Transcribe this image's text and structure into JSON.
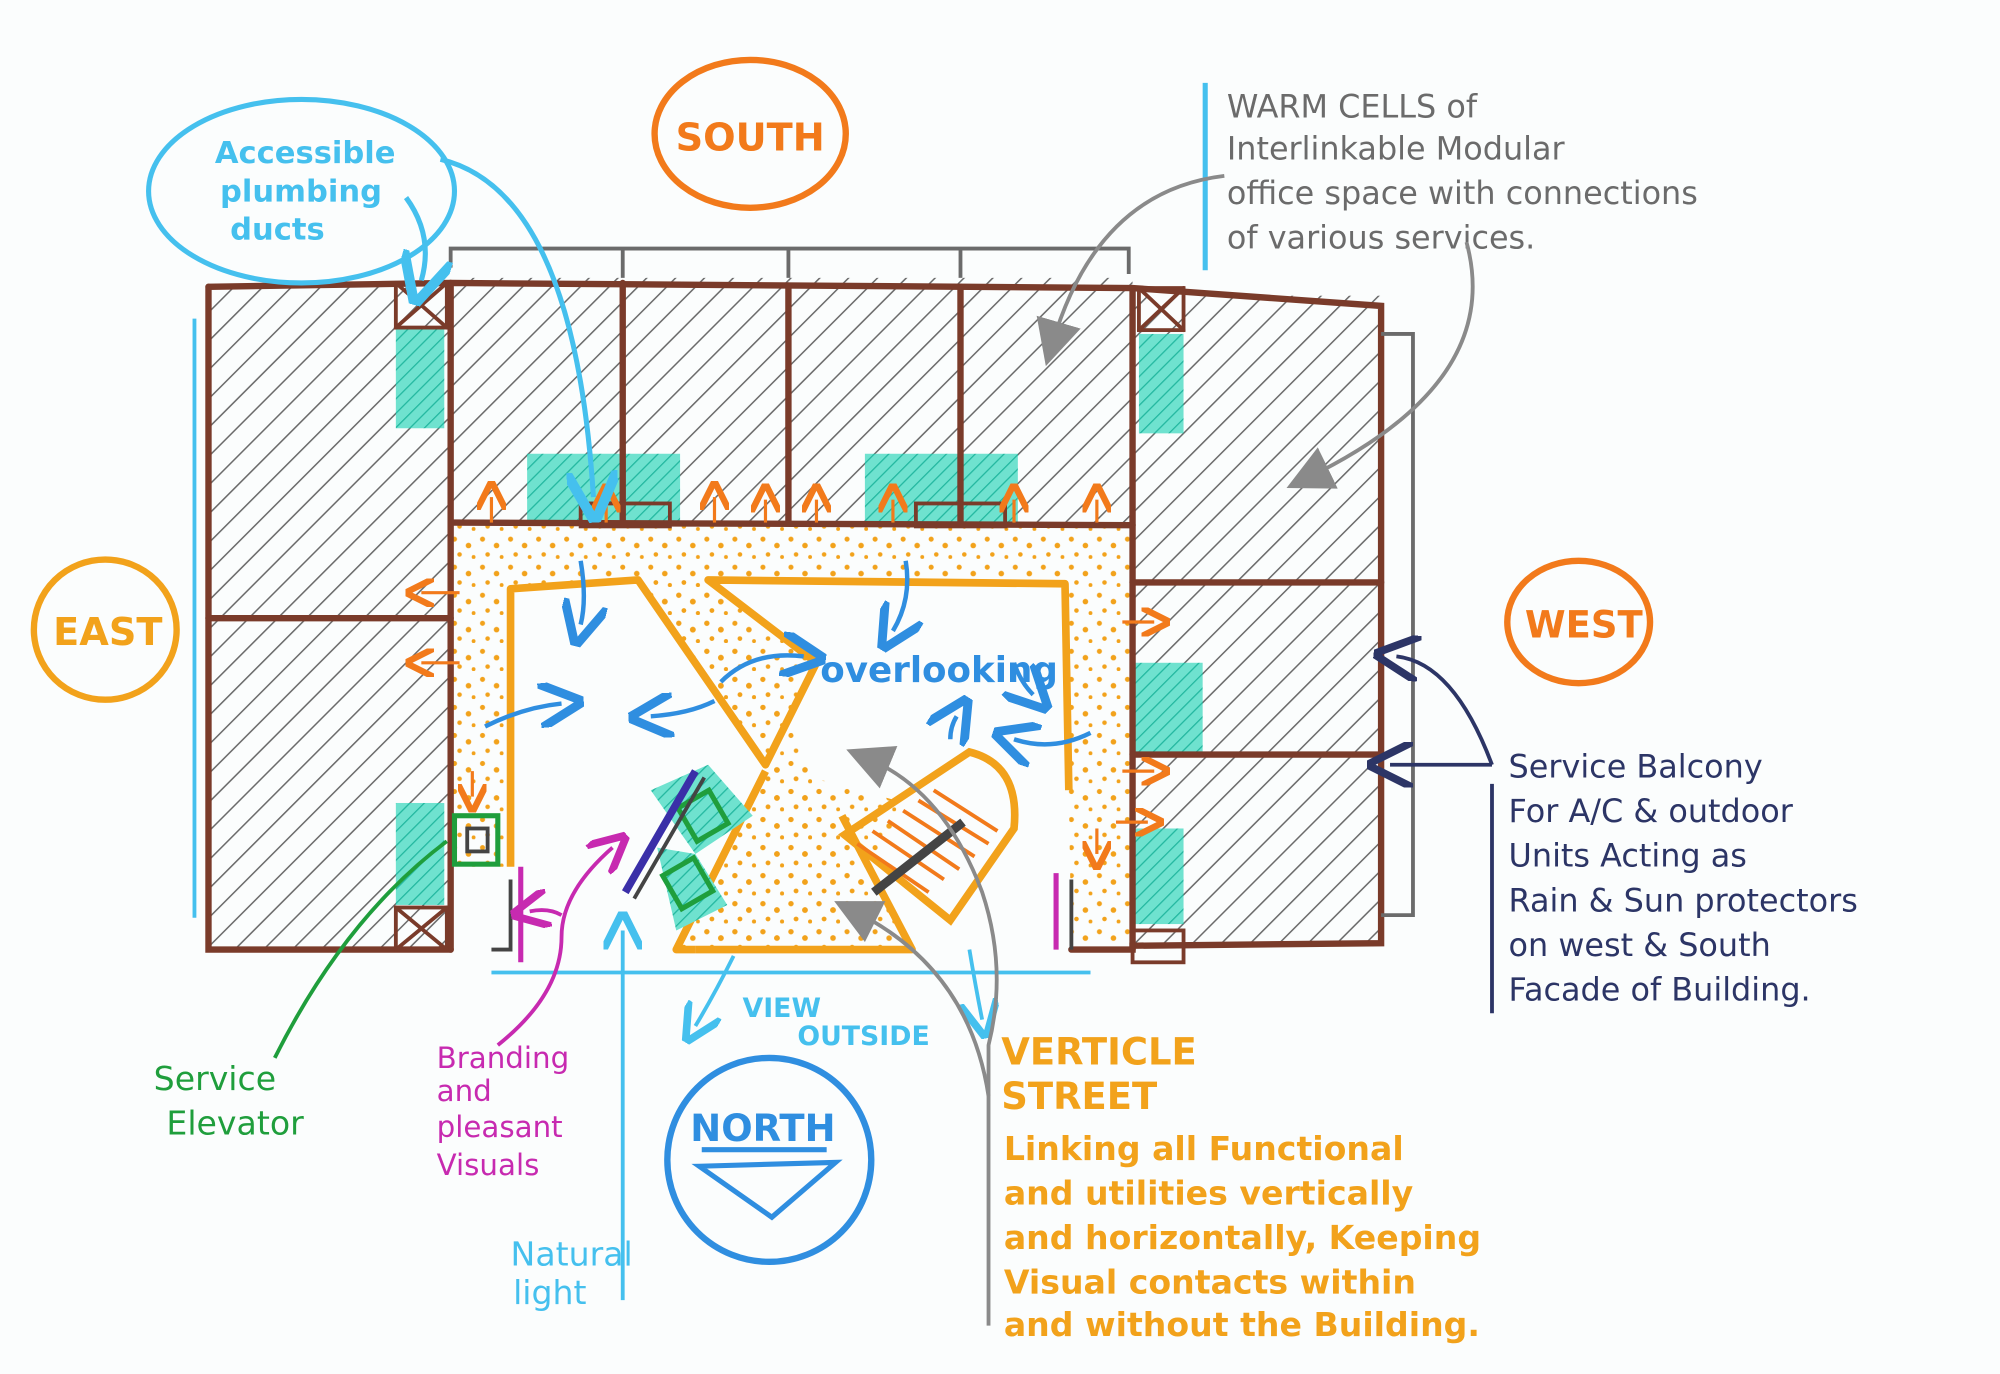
{
  "labels": {
    "south": "SOUTH",
    "east": "EAST",
    "west": "WEST",
    "north": "NORTH",
    "plumbing": [
      "Accessible",
      "plumbing",
      "ducts"
    ],
    "warm_cells": [
      "WARM CELLS of",
      "Interlinkable Modular",
      "office space with connections",
      "of various services."
    ],
    "overlooking": "overlooking",
    "service_balcony": [
      "Service Balcony",
      "For A/C & outdoor",
      "Units Acting as",
      "Rain & Sun protectors",
      "on west & South",
      "Facade of Building."
    ],
    "view_outside": [
      "VIEW",
      "OUTSIDE"
    ],
    "service_elevator": [
      "Service",
      "Elevator"
    ],
    "branding": [
      "Branding",
      "and",
      "pleasant",
      "Visuals"
    ],
    "natural_light": [
      "Natural",
      "light"
    ],
    "verticle_street": [
      "VERTICLE",
      "STREET"
    ],
    "verticle_desc": [
      "Linking all Functional",
      "and utilities vertically",
      "and horizontally, Keeping",
      "Visual contacts within",
      "and without the Building."
    ]
  },
  "colors": {
    "paper": "#fbfdfd",
    "wall": "#7a3b2a",
    "hatch": "#6b6b6b",
    "teal": "#3fd9c0",
    "orange": "#f2a21b",
    "orange_red": "#f27a1b",
    "blue": "#2f8ee0",
    "light_blue": "#45c0ee",
    "navy": "#2c3566",
    "green": "#1f9e3c",
    "magenta": "#c72ab0",
    "gray": "#8a8a8a"
  }
}
